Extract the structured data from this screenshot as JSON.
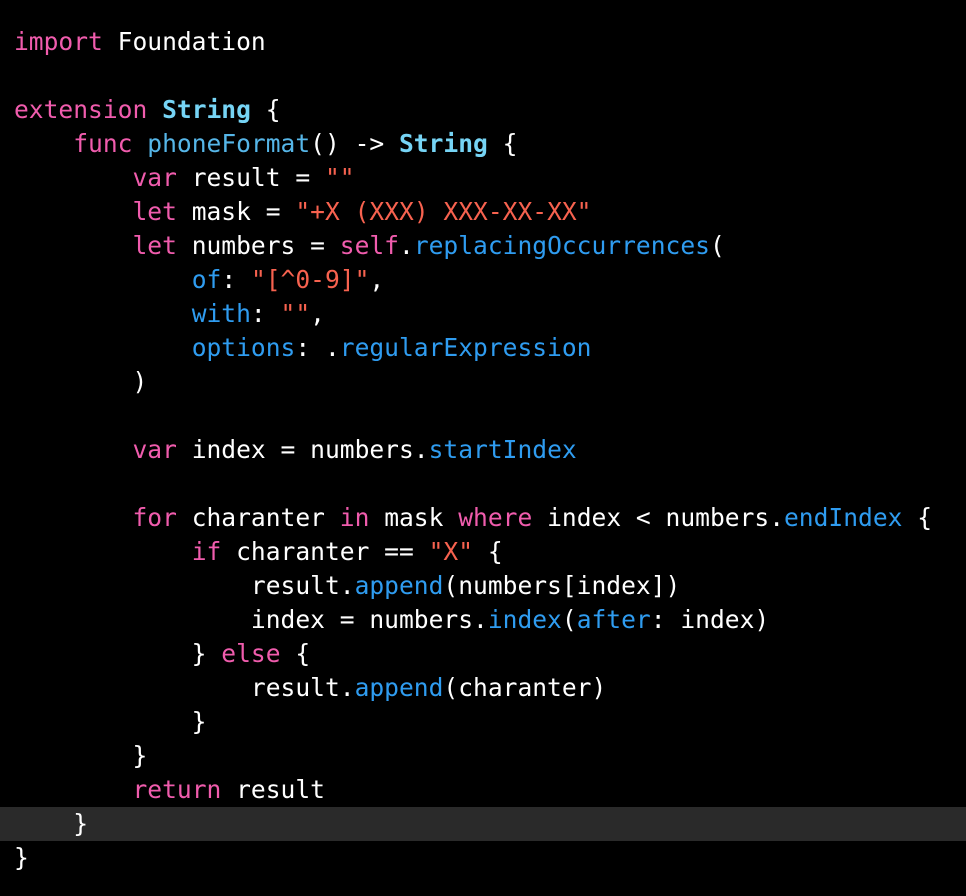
{
  "editor": {
    "language": "swift",
    "colors": {
      "background": "#000000",
      "current_line": "#2a2a2a",
      "keyword": "#f05cad",
      "type": "#76d4f5",
      "function": "#56b6e8",
      "member": "#2f9cf0",
      "string": "#f7624f",
      "plain": "#ffffff"
    },
    "lines": [
      {
        "tokens": [
          {
            "t": "import",
            "c": "kw"
          },
          {
            "t": " Foundation",
            "c": "plain"
          }
        ]
      },
      {
        "tokens": []
      },
      {
        "tokens": [
          {
            "t": "extension",
            "c": "kw"
          },
          {
            "t": " ",
            "c": "plain"
          },
          {
            "t": "String",
            "c": "type"
          },
          {
            "t": " {",
            "c": "plain"
          }
        ]
      },
      {
        "tokens": [
          {
            "t": "    ",
            "c": "plain"
          },
          {
            "t": "func",
            "c": "kw"
          },
          {
            "t": " ",
            "c": "plain"
          },
          {
            "t": "phoneFormat",
            "c": "fn"
          },
          {
            "t": "() -> ",
            "c": "plain"
          },
          {
            "t": "String",
            "c": "type"
          },
          {
            "t": " {",
            "c": "plain"
          }
        ]
      },
      {
        "tokens": [
          {
            "t": "        ",
            "c": "plain"
          },
          {
            "t": "var",
            "c": "kw"
          },
          {
            "t": " result = ",
            "c": "plain"
          },
          {
            "t": "\"\"",
            "c": "str"
          }
        ]
      },
      {
        "tokens": [
          {
            "t": "        ",
            "c": "plain"
          },
          {
            "t": "let",
            "c": "kw"
          },
          {
            "t": " mask = ",
            "c": "plain"
          },
          {
            "t": "\"+X (XXX) XXX-XX-XX\"",
            "c": "str"
          }
        ]
      },
      {
        "tokens": [
          {
            "t": "        ",
            "c": "plain"
          },
          {
            "t": "let",
            "c": "kw"
          },
          {
            "t": " numbers = ",
            "c": "plain"
          },
          {
            "t": "self",
            "c": "kw"
          },
          {
            "t": ".",
            "c": "plain"
          },
          {
            "t": "replacingOccurrences",
            "c": "mem"
          },
          {
            "t": "(",
            "c": "plain"
          }
        ]
      },
      {
        "tokens": [
          {
            "t": "            ",
            "c": "plain"
          },
          {
            "t": "of",
            "c": "mem"
          },
          {
            "t": ": ",
            "c": "plain"
          },
          {
            "t": "\"[^0-9]\"",
            "c": "str"
          },
          {
            "t": ",",
            "c": "plain"
          }
        ]
      },
      {
        "tokens": [
          {
            "t": "            ",
            "c": "plain"
          },
          {
            "t": "with",
            "c": "mem"
          },
          {
            "t": ": ",
            "c": "plain"
          },
          {
            "t": "\"\"",
            "c": "str"
          },
          {
            "t": ",",
            "c": "plain"
          }
        ]
      },
      {
        "tokens": [
          {
            "t": "            ",
            "c": "plain"
          },
          {
            "t": "options",
            "c": "mem"
          },
          {
            "t": ": .",
            "c": "plain"
          },
          {
            "t": "regularExpression",
            "c": "mem"
          }
        ]
      },
      {
        "tokens": [
          {
            "t": "        )",
            "c": "plain"
          }
        ]
      },
      {
        "tokens": []
      },
      {
        "tokens": [
          {
            "t": "        ",
            "c": "plain"
          },
          {
            "t": "var",
            "c": "kw"
          },
          {
            "t": " index = numbers.",
            "c": "plain"
          },
          {
            "t": "startIndex",
            "c": "mem"
          }
        ]
      },
      {
        "tokens": []
      },
      {
        "tokens": [
          {
            "t": "        ",
            "c": "plain"
          },
          {
            "t": "for",
            "c": "kw"
          },
          {
            "t": " charanter ",
            "c": "plain"
          },
          {
            "t": "in",
            "c": "kw"
          },
          {
            "t": " mask ",
            "c": "plain"
          },
          {
            "t": "where",
            "c": "kw"
          },
          {
            "t": " index < numbers.",
            "c": "plain"
          },
          {
            "t": "endIndex",
            "c": "mem"
          },
          {
            "t": " {",
            "c": "plain"
          }
        ]
      },
      {
        "tokens": [
          {
            "t": "            ",
            "c": "plain"
          },
          {
            "t": "if",
            "c": "kw"
          },
          {
            "t": " charanter == ",
            "c": "plain"
          },
          {
            "t": "\"X\"",
            "c": "str"
          },
          {
            "t": " {",
            "c": "plain"
          }
        ]
      },
      {
        "tokens": [
          {
            "t": "                result.",
            "c": "plain"
          },
          {
            "t": "append",
            "c": "mem"
          },
          {
            "t": "(numbers[index])",
            "c": "plain"
          }
        ]
      },
      {
        "tokens": [
          {
            "t": "                index = numbers.",
            "c": "plain"
          },
          {
            "t": "index",
            "c": "mem"
          },
          {
            "t": "(",
            "c": "plain"
          },
          {
            "t": "after",
            "c": "mem"
          },
          {
            "t": ": index)",
            "c": "plain"
          }
        ]
      },
      {
        "tokens": [
          {
            "t": "            } ",
            "c": "plain"
          },
          {
            "t": "else",
            "c": "kw"
          },
          {
            "t": " {",
            "c": "plain"
          }
        ]
      },
      {
        "tokens": [
          {
            "t": "                result.",
            "c": "plain"
          },
          {
            "t": "append",
            "c": "mem"
          },
          {
            "t": "(charanter)",
            "c": "plain"
          }
        ]
      },
      {
        "tokens": [
          {
            "t": "            }",
            "c": "plain"
          }
        ]
      },
      {
        "tokens": [
          {
            "t": "        }",
            "c": "plain"
          }
        ]
      },
      {
        "tokens": [
          {
            "t": "        ",
            "c": "plain"
          },
          {
            "t": "return",
            "c": "kw"
          },
          {
            "t": " result",
            "c": "plain"
          }
        ]
      },
      {
        "tokens": [
          {
            "t": "    }",
            "c": "plain"
          }
        ],
        "current": true
      },
      {
        "tokens": [
          {
            "t": "}",
            "c": "plain"
          }
        ]
      }
    ]
  }
}
